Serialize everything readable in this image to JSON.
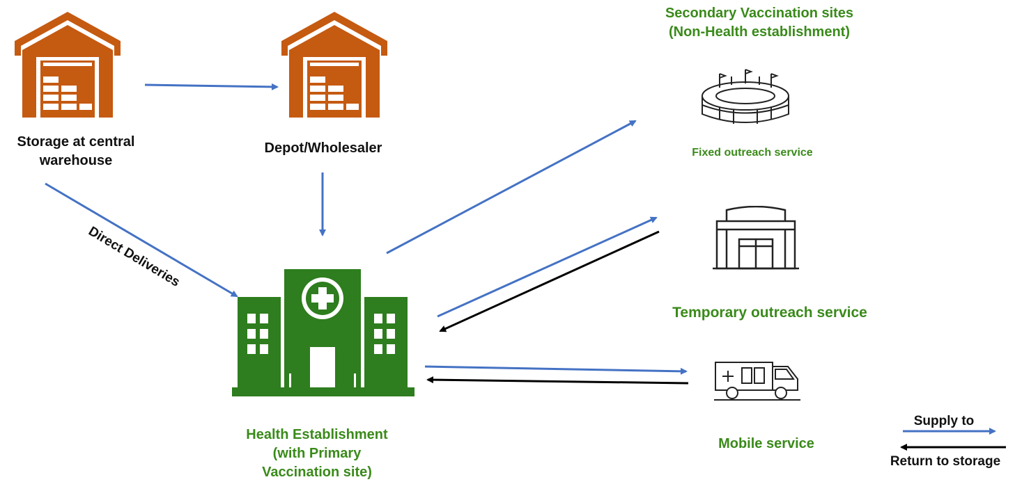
{
  "nodes": {
    "warehouse": {
      "label_line1": "Storage at central",
      "label_line2": "warehouse"
    },
    "depot": {
      "label": "Depot/Wholesaler"
    },
    "health": {
      "line1": "Health Establishment",
      "line2": "(with Primary",
      "line3": "Vaccination site)"
    },
    "secondary_title": {
      "line1": "Secondary Vaccination sites",
      "line2": "(Non-Health establishment)"
    },
    "fixed": {
      "label": "Fixed outreach service"
    },
    "temporary": {
      "label": "Temporary outreach service"
    },
    "mobile": {
      "label": "Mobile service"
    }
  },
  "edge_labels": {
    "direct": "Direct Deliveries"
  },
  "legend": {
    "supply": "Supply to",
    "return": "Return to storage"
  },
  "colors": {
    "supply": "#4472c4",
    "return": "#000000",
    "warehouse": "#c55a11",
    "health": "#2e7d1e",
    "green_text": "#3a8a1a"
  },
  "icons": [
    "warehouse-icon",
    "stadium-icon",
    "building-icon",
    "ambulance-icon",
    "hospital-icon"
  ]
}
